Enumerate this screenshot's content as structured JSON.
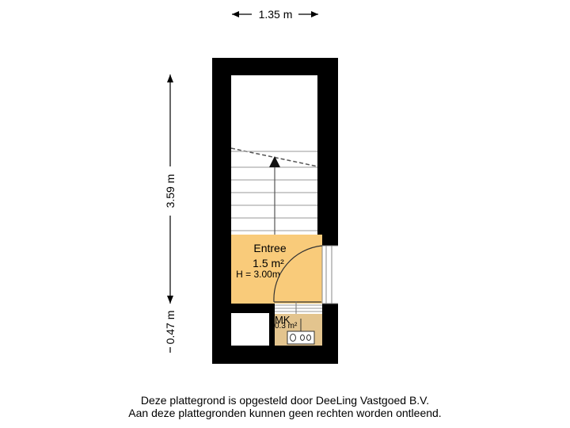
{
  "dimensions": {
    "width_label": "1.35 m",
    "height_upper_label": "3.59 m",
    "height_lower_label": "0.47 m"
  },
  "rooms": {
    "entree": {
      "name": "Entree",
      "area": "1.5 m²",
      "height": "H = 3.00m"
    },
    "mk": {
      "name": "MK",
      "area": "0.3 m²"
    }
  },
  "footer": {
    "line1": "Deze plattegrond is opgesteld door DeeLing Vastgoed B.V.",
    "line2": "Aan deze plattegronden kunnen geen rechten worden ontleend."
  },
  "colors": {
    "wall": "#000000",
    "entree_fill": "#F9CB7A",
    "mk_fill": "#E3C48E",
    "background": "#ffffff"
  }
}
